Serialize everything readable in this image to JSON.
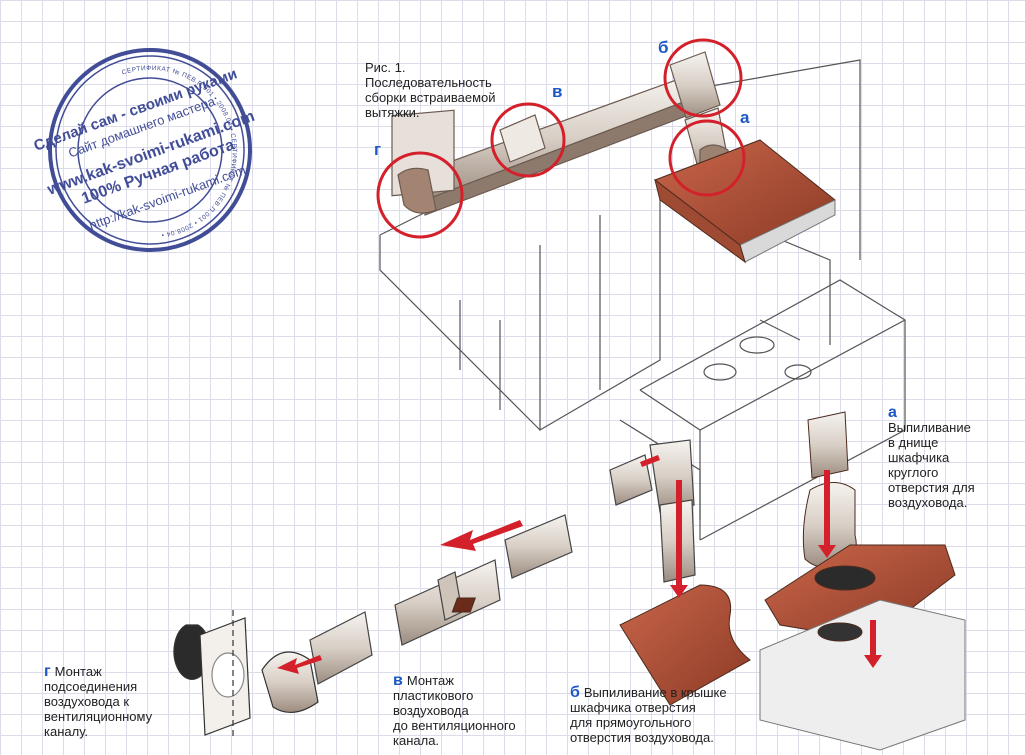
{
  "figure": {
    "caption": "Рис. 1.\nПоследовательность\nсборки встраиваемой\nвытяжки.",
    "callouts": {
      "a": "а",
      "b": "б",
      "v": "в",
      "g": "г"
    }
  },
  "steps": [
    {
      "key": "а",
      "text": "Выпиливание\nв днище\nшкафчика\nкруглого\nотверстия для\nвоздуховода."
    },
    {
      "key": "б",
      "text": "Выпиливание в крышке\nшкафчика отверстия\nдля прямоугольного\nотверстия воздуховода."
    },
    {
      "key": "в",
      "text": "Монтаж\nпластикового\nвоздуховода\nдо вентиляционного\nканала."
    },
    {
      "key": "г",
      "text": "Монтаж\nподсоединения\nвоздуховода к\nвентиляционному\nканалу."
    }
  ],
  "stamp": {
    "line1": "Сделай сам - своими руками",
    "line2": "Сайт домашнего мастера",
    "line3": "www.kak-svoimi-rukami.com",
    "line4": "100% Ручная работа",
    "line5": "http://kak-svoimi-rukami.com",
    "rim": "СЕРТИФИКАТ № ПЕВ.П.001 • 2008.04 • СЕРТИФИКАТ № ПЕВ.П.001 • 2008.04 •"
  },
  "colors": {
    "accent": "#1c57c7",
    "highlight": "#d3202a",
    "wood": "#b8543b",
    "stamp": "#2d3a8c"
  }
}
